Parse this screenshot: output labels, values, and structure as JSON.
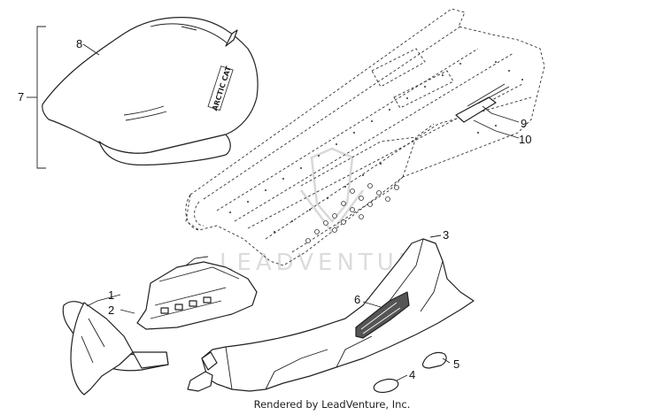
{
  "diagram": {
    "watermark": "LEADVENTURE",
    "credit": "Rendered by LeadVenture, Inc.",
    "callouts": [
      "1",
      "2",
      "3",
      "4",
      "5",
      "6",
      "7",
      "8",
      "9",
      "10"
    ],
    "seat_logo_text": "ARCTIC CAT"
  }
}
